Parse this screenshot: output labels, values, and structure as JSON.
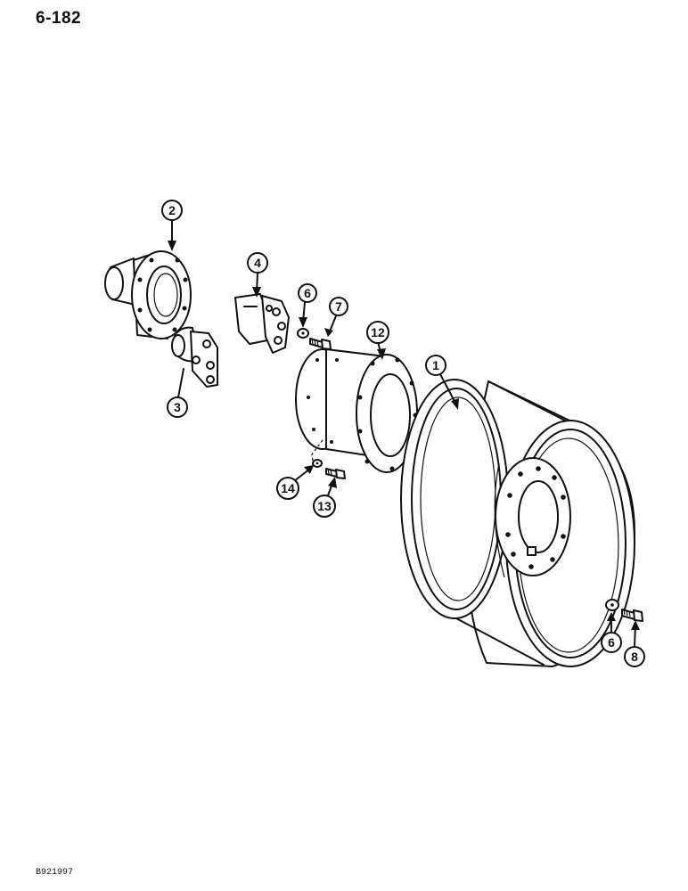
{
  "header": {
    "page_number": "6-182"
  },
  "footer": {
    "image_code": "B921997"
  },
  "parts": {
    "rim": {
      "number": "1",
      "icon": "wheel-rim-icon"
    },
    "hub": {
      "number": "2",
      "icon": "wheel-hub-icon"
    },
    "hub_adapter": {
      "number": "3",
      "icon": "hub-adapter-icon"
    },
    "mounting_bracket": {
      "number": "4",
      "icon": "mounting-bracket-icon"
    },
    "washer_upper": {
      "number": "6",
      "icon": "washer-icon"
    },
    "bolt_upper": {
      "number": "7",
      "icon": "bolt-icon"
    },
    "washer_lower": {
      "number": "6",
      "icon": "washer-icon"
    },
    "bolt_lower": {
      "number": "8",
      "icon": "bolt-icon"
    },
    "spacer": {
      "number": "12",
      "icon": "wheel-spacer-icon"
    },
    "spacer_bolt": {
      "number": "13",
      "icon": "bolt-icon"
    },
    "spacer_washer": {
      "number": "14",
      "icon": "washer-icon"
    }
  }
}
